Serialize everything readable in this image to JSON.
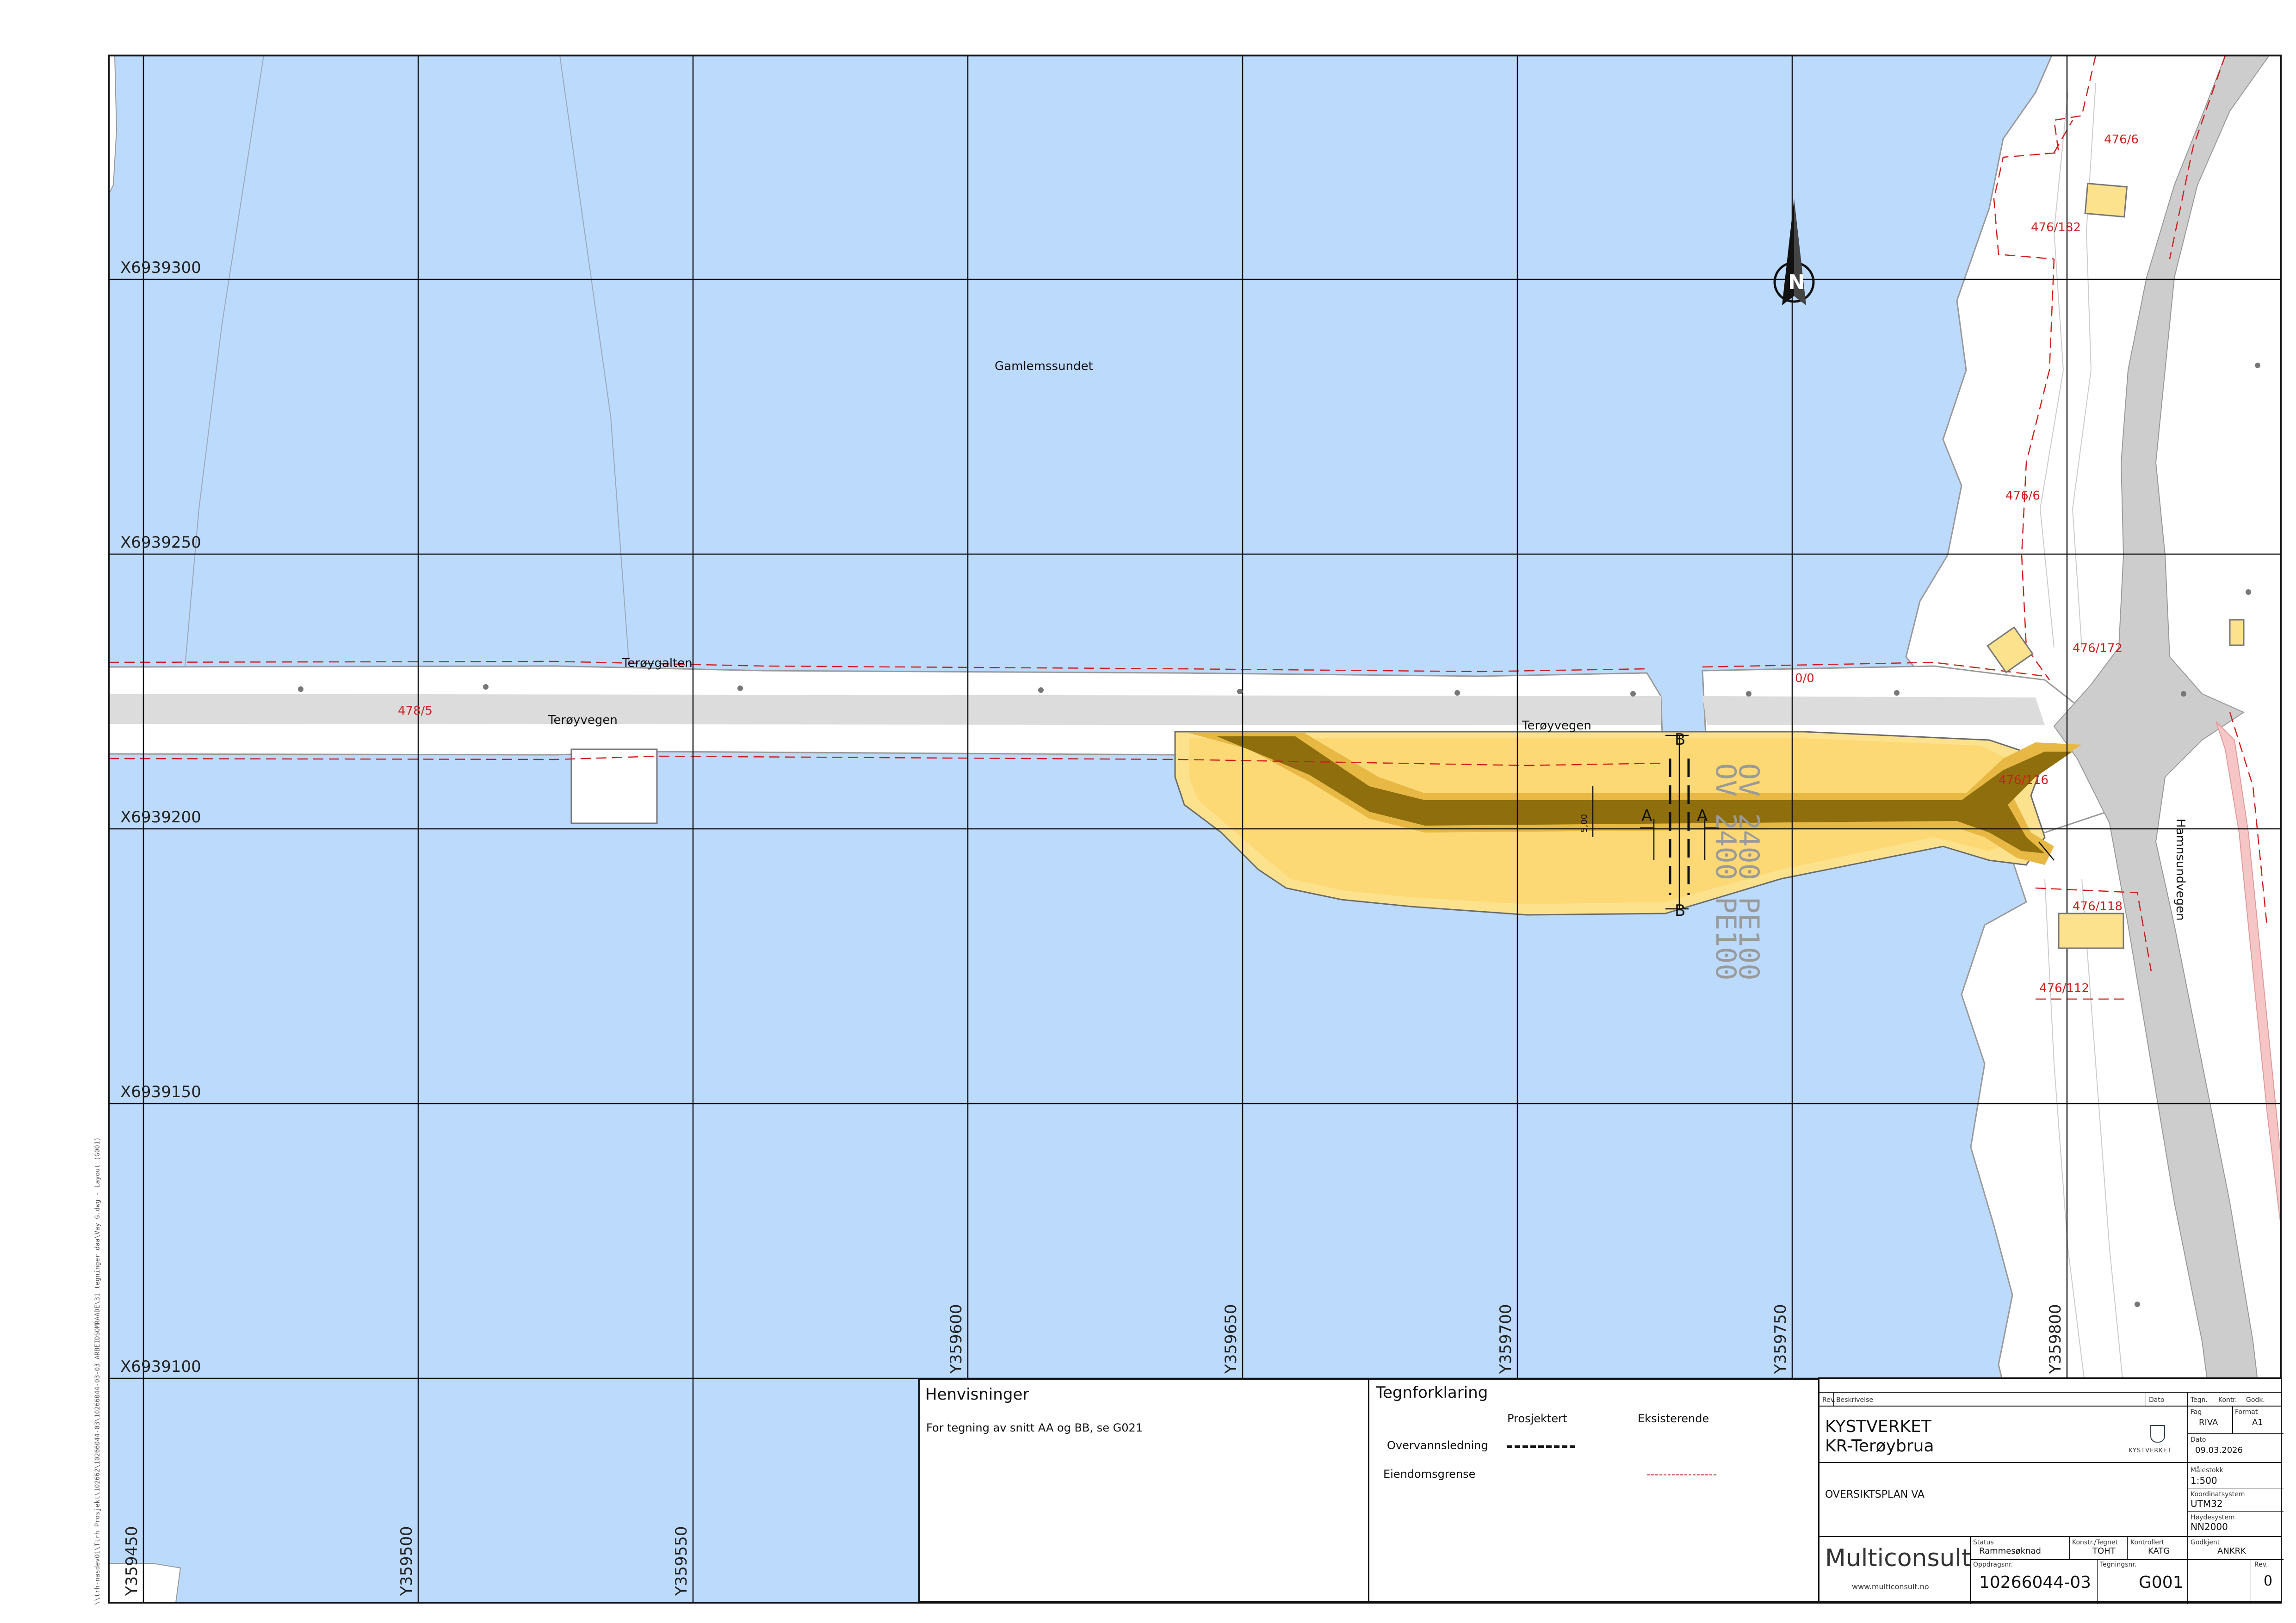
{
  "map": {
    "grid_x_labels": [
      "X6939300",
      "X6939250",
      "X6939200",
      "X6939150",
      "X6939100"
    ],
    "grid_y_labels": [
      "Y359450",
      "Y359500",
      "Y359550",
      "Y359600",
      "Y359650",
      "Y359700",
      "Y359750",
      "Y359800"
    ],
    "places": {
      "sound": "Gamlemssundet",
      "islet": "Terøygalten",
      "road_west": "Terøyvegen",
      "road_east": "Terøyvegen",
      "road_main": "Hamnsundvegen"
    },
    "plots": [
      "476/6",
      "476/182",
      "476/6",
      "476/172",
      "478/5",
      "0/0",
      "476/118",
      "476/112",
      "476/116"
    ],
    "pipe_labels": [
      "OV 2400 PE100",
      "OV 2400 PE100"
    ],
    "section_marks": [
      "A",
      "A",
      "B",
      "B"
    ],
    "dimension": "5,00",
    "side_path": "\\\\trh-nasdevO1\\Ttrh_Prosjekt\\102662\\10266044-03\\10266044-03-03 ARBEIDSOMRAADE\\31_tegninger_daa\\Vay_G.dwg - Layout (G001)",
    "colors": {
      "water": "#bcdafc",
      "fill": "#fde28d",
      "pipe": "#8f6f0d",
      "property": "#d21e1e",
      "road": "#dcdcdc"
    }
  },
  "references": {
    "title": "Henvisninger",
    "text": "For tegning av snitt AA og BB, se G021"
  },
  "legend": {
    "title": "Tegnforklaring",
    "col_planned": "Prosjektert",
    "col_existing": "Eksisterende",
    "rows": [
      {
        "label": "Overvannsledning"
      },
      {
        "label": "Eiendomsgrense"
      }
    ]
  },
  "title_block": {
    "head": {
      "rev": "Rev.",
      "desc": "Beskrivelse",
      "date": "Dato",
      "drawn": "Tegn.",
      "checked": "Kontr.",
      "approved": "Godk."
    },
    "client": "KYSTVERKET",
    "project": "KR-Terøybrua",
    "logo_text": "KYSTVERKET",
    "fag_label": "Fag",
    "fag": "RIVA",
    "format_label": "Format",
    "format": "A1",
    "date_label": "Dato",
    "date": "09.03.2026",
    "drawing_title": "OVERSIKTSPLAN VA",
    "scale_label": "Målestokk",
    "scale": "1:500",
    "coord_label": "Koordinatsystem",
    "coord": "UTM32",
    "height_label": "Høydesystem",
    "height": "NN2000",
    "company": "Multiconsult",
    "website": "www.multiconsult.no",
    "status_label": "Status",
    "status": "Rammesøknad",
    "designed_label": "Konstr./Tegnet",
    "designed": "TOHT",
    "controlled_label": "Kontrollert",
    "controlled": "KATG",
    "approved_label": "Godkjent",
    "approved": "ANKRK",
    "project_no_label": "Oppdragsnr.",
    "project_no": "10266044-03",
    "drawing_no_label": "Tegningsnr.",
    "drawing_no": "G001",
    "revision_label": "Rev.",
    "revision": "0"
  }
}
